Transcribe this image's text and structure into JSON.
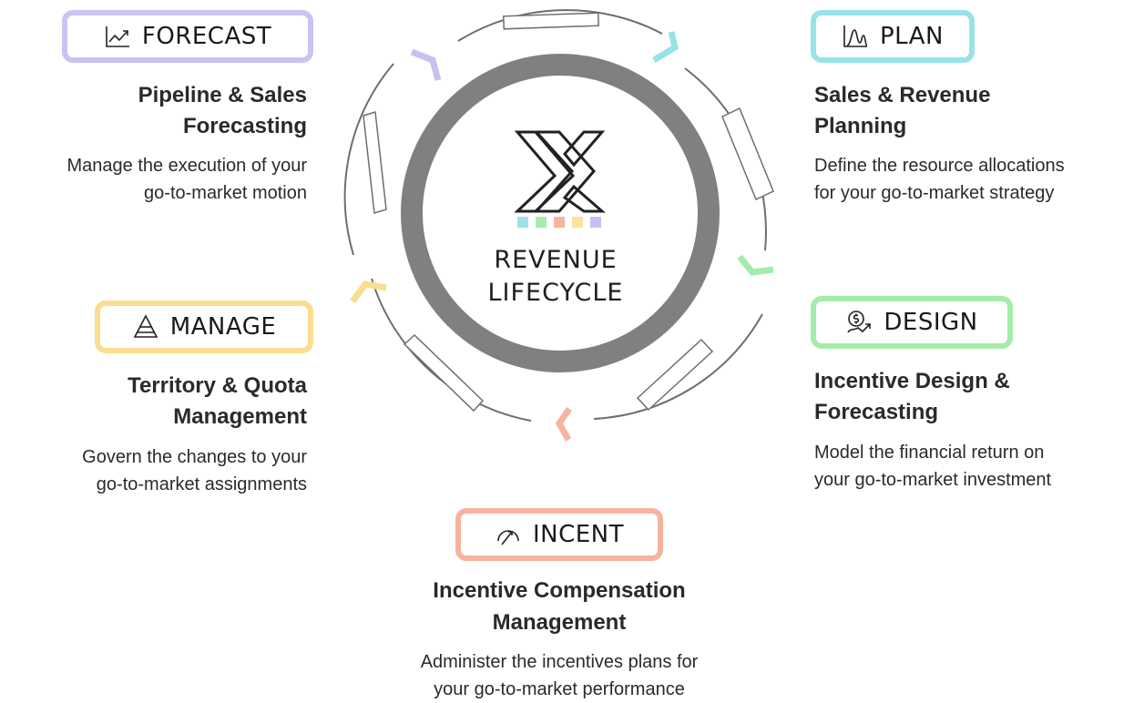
{
  "center": {
    "line1": "REVENUE",
    "line2": "LIFECYCLE",
    "swatches": [
      "#9fe1e6",
      "#a6ecaa",
      "#f7b39c",
      "#fce29a",
      "#c5c2f1"
    ]
  },
  "stages": {
    "forecast": {
      "badge": "FORECAST",
      "title1": "Pipeline & Sales",
      "title2": "Forecasting",
      "desc1": "Manage the execution of your",
      "desc2": "go-to-market motion",
      "color": "#c9c5f3",
      "icon": "trend-line-icon"
    },
    "plan": {
      "badge": "PLAN",
      "title1": "Sales & Revenue",
      "title2": "Planning",
      "desc1": "Define the resource allocations",
      "desc2": "for your go-to-market strategy",
      "color": "#97e3e8",
      "icon": "distribution-chart-icon"
    },
    "design": {
      "badge": "DESIGN",
      "title1": "Incentive Design &",
      "title2": "Forecasting",
      "desc1": "Model the financial return on",
      "desc2": "your go-to-market investment",
      "color": "#a4ecaa",
      "icon": "dollar-growth-icon"
    },
    "incent": {
      "badge": "INCENT",
      "title1": "Incentive Compensation",
      "title2": "Management",
      "desc1": "Administer the incentives plans for",
      "desc2": "your go-to-market performance",
      "color": "#f6b39f",
      "icon": "gauge-icon"
    },
    "manage": {
      "badge": "MANAGE",
      "title1": "Territory & Quota",
      "title2": "Management",
      "desc1": "Govern the changes to your",
      "desc2": "go-to-market assignments",
      "color": "#fadd8e",
      "icon": "pyramid-icon"
    }
  },
  "ring": {
    "color": "#808080",
    "arrow_colors": [
      "#c5c2f1",
      "#97e3e8",
      "#a4ecaa",
      "#f6b39f",
      "#fadd8e"
    ]
  }
}
